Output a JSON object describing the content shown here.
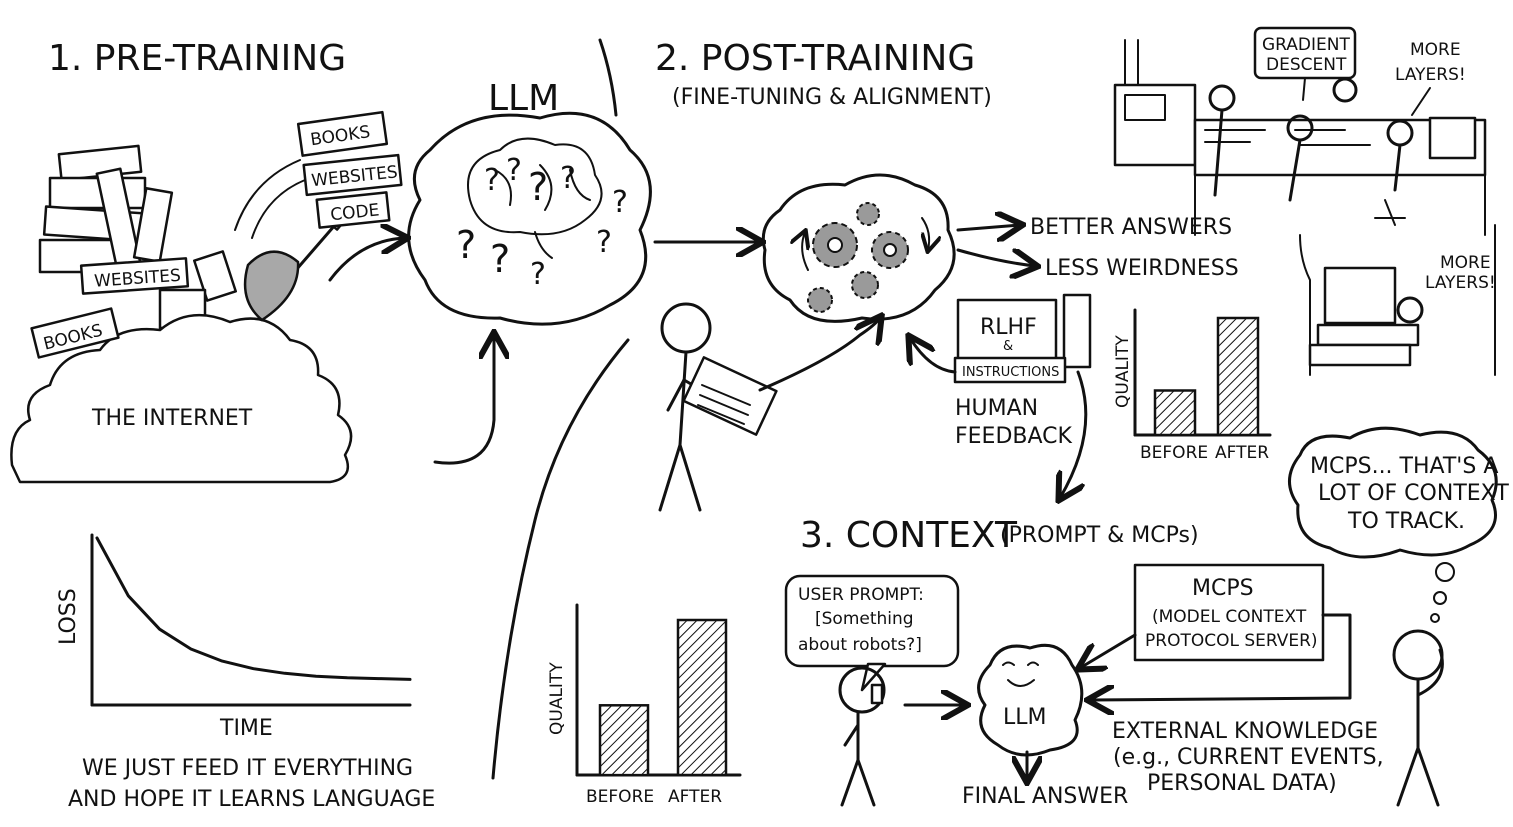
{
  "sections": {
    "pretraining": {
      "title": "1. PRE-TRAINING",
      "internet_label": "THE INTERNET",
      "sign_websites": "WEBSITES",
      "sign_books": "BOOKS",
      "shovel_books": "BOOKS",
      "shovel_websites": "WEBSITES",
      "shovel_code": "CODE",
      "llm_label": "LLM",
      "caption_line1": "WE JUST FEED IT EVERYTHING",
      "caption_line2": "AND HOPE IT LEARNS LANGUAGE"
    },
    "posttraining": {
      "title": "2. POST-TRAINING",
      "subtitle": "(FINE-TUNING & ALIGNMENT)",
      "better_answers": "BETTER ANSWERS",
      "less_weirdness": "LESS WEIRDNESS",
      "rlhf": "RLHF",
      "amp": "&",
      "instructions": "INSTRUCTIONS",
      "human_feedback_line1": "HUMAN",
      "human_feedback_line2": "FEEDBACK",
      "gradient_descent_line1": "GRADIENT",
      "gradient_descent_line2": "DESCENT",
      "more_layers_1_line1": "MORE",
      "more_layers_1_line2": "LAYERS!",
      "more_layers_2_line1": "MORE",
      "more_layers_2_line2": "LAYERS!"
    },
    "context": {
      "title": "3. CONTEXT",
      "subtitle": "(PROMPT & MCPs)",
      "user_prompt_line1": "USER PROMPT:",
      "user_prompt_line2": "[Something",
      "user_prompt_line3": "about robots?]",
      "mcps_title": "MCPS",
      "mcps_line1": "(MODEL CONTEXT",
      "mcps_line2": "PROTOCOL SERVER)",
      "llm_label": "LLM",
      "final_answer": "FINAL ANSWER",
      "external_line1": "EXTERNAL KNOWLEDGE",
      "external_line2": "(e.g., CURRENT EVENTS,",
      "external_line3": "PERSONAL DATA)",
      "thought_line1": "MCPS... THAT'S A",
      "thought_line2": "LOT OF CONTEXT",
      "thought_line3": "TO TRACK."
    }
  },
  "chart_data": [
    {
      "type": "line",
      "xlabel": "TIME",
      "ylabel": "LOSS",
      "x": [
        0,
        1,
        2,
        3,
        4,
        5,
        6,
        7,
        8,
        9,
        10
      ],
      "y": [
        1.0,
        0.62,
        0.4,
        0.27,
        0.19,
        0.14,
        0.11,
        0.09,
        0.08,
        0.075,
        0.07
      ]
    },
    {
      "type": "bar",
      "categories": [
        "BEFORE",
        "AFTER"
      ],
      "values": [
        45,
        100
      ],
      "ylabel": "QUALITY",
      "ylim": [
        0,
        100
      ]
    },
    {
      "type": "bar",
      "categories": [
        "BEFORE",
        "AFTER"
      ],
      "values": [
        38,
        100
      ],
      "ylabel": "QUALITY",
      "ylim": [
        0,
        100
      ]
    }
  ]
}
